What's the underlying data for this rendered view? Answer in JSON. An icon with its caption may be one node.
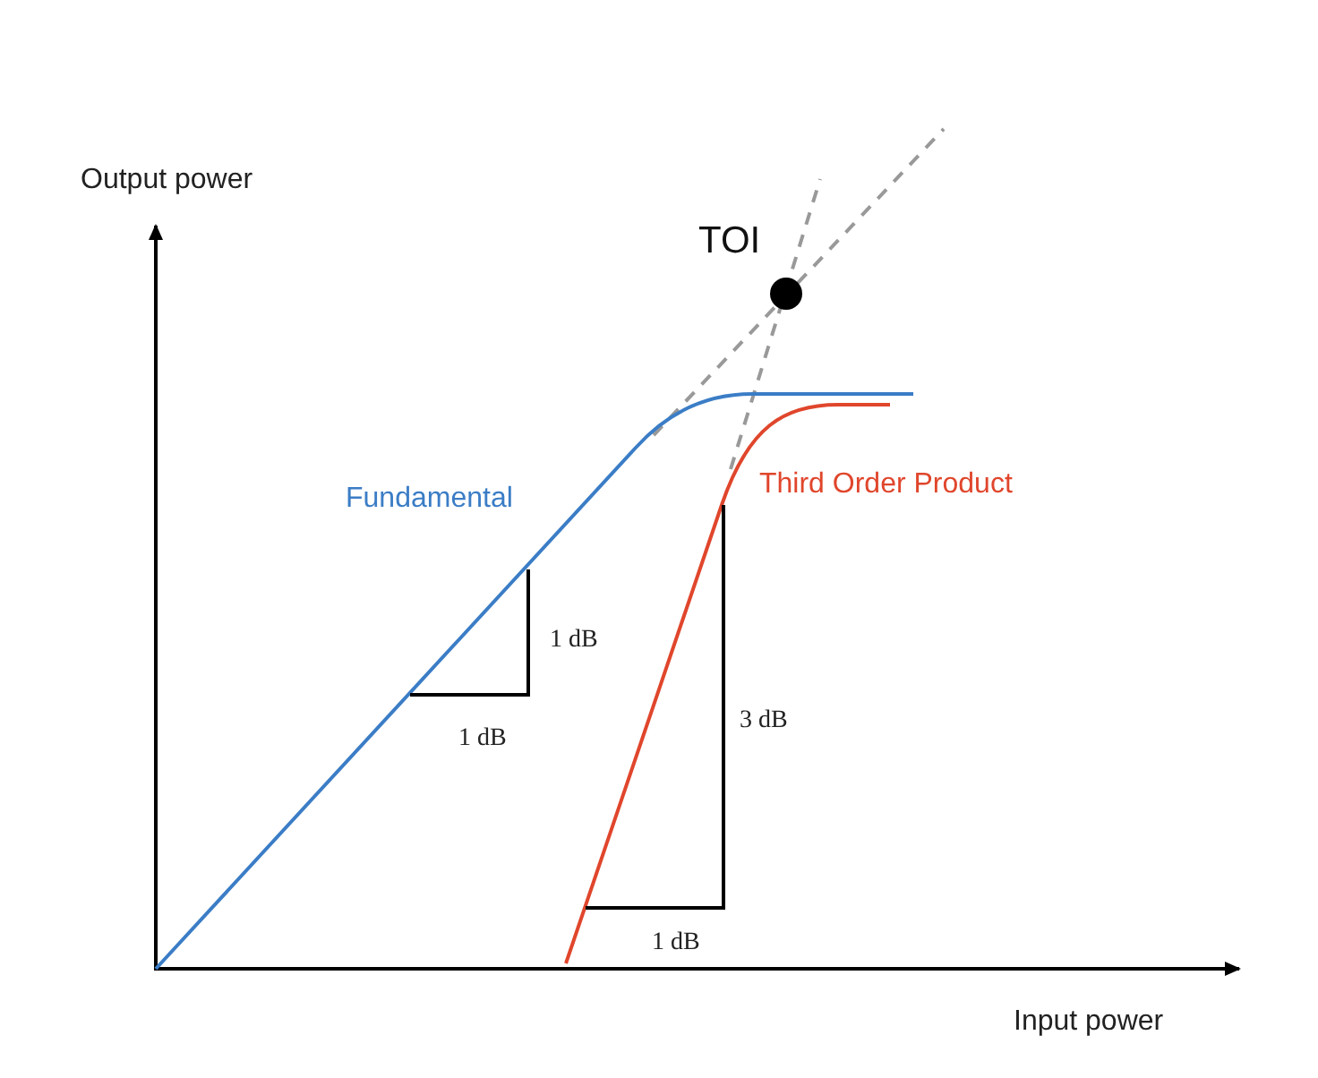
{
  "diagram": {
    "labels": [
      "Output power",
      "TOI",
      "Fundamental",
      "Third Order Product",
      "1 dB",
      "1 dB",
      "3 dB",
      "1 dB",
      "Input power"
    ]
  }
}
